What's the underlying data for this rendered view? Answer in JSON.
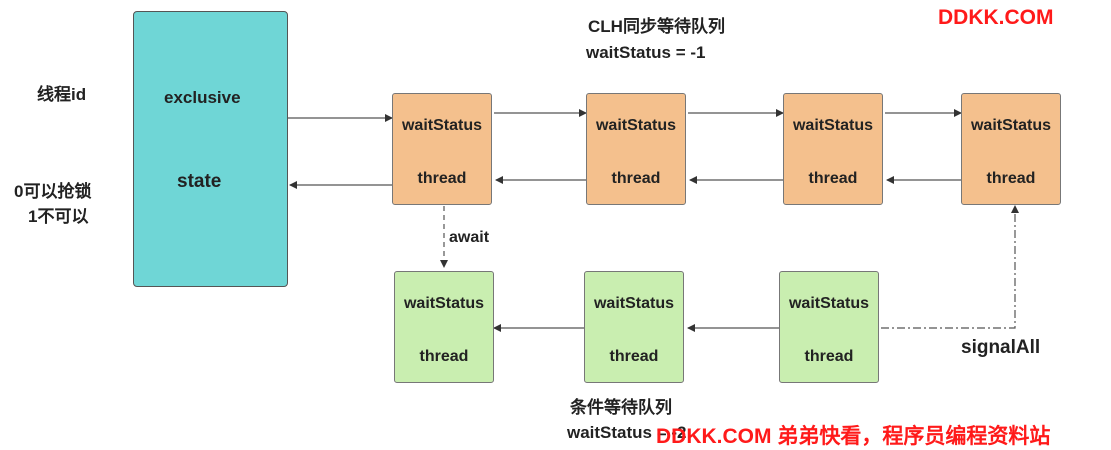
{
  "aqs": {
    "exclusive_label": "exclusive",
    "state_label": "state"
  },
  "left_notes": {
    "thread_id": "线程id",
    "state_line1": "0可以抢锁",
    "state_line2": "1不可以"
  },
  "clh_queue": {
    "title": "CLH同步等待队列",
    "status": "waitStatus = -1",
    "nodes": [
      {
        "wait_status": "waitStatus",
        "thread": "thread"
      },
      {
        "wait_status": "waitStatus",
        "thread": "thread"
      },
      {
        "wait_status": "waitStatus",
        "thread": "thread"
      },
      {
        "wait_status": "waitStatus",
        "thread": "thread"
      }
    ]
  },
  "condition_queue": {
    "title": "条件等待队列",
    "status": "waitStatus = -2",
    "nodes": [
      {
        "wait_status": "waitStatus",
        "thread": "thread"
      },
      {
        "wait_status": "waitStatus",
        "thread": "thread"
      },
      {
        "wait_status": "waitStatus",
        "thread": "thread"
      }
    ]
  },
  "edges": {
    "await_label": "await",
    "signal_all_label": "signalAll"
  },
  "watermarks": {
    "top": "DDKK.COM",
    "bottom": "DDKK.COM 弟弟快看，程序员编程资料站"
  },
  "colors": {
    "aqs_fill": "#6fd6d6",
    "clh_node_fill": "#f4c08d",
    "condition_node_fill": "#c9eeb0",
    "watermark": "#ff1a1a"
  }
}
